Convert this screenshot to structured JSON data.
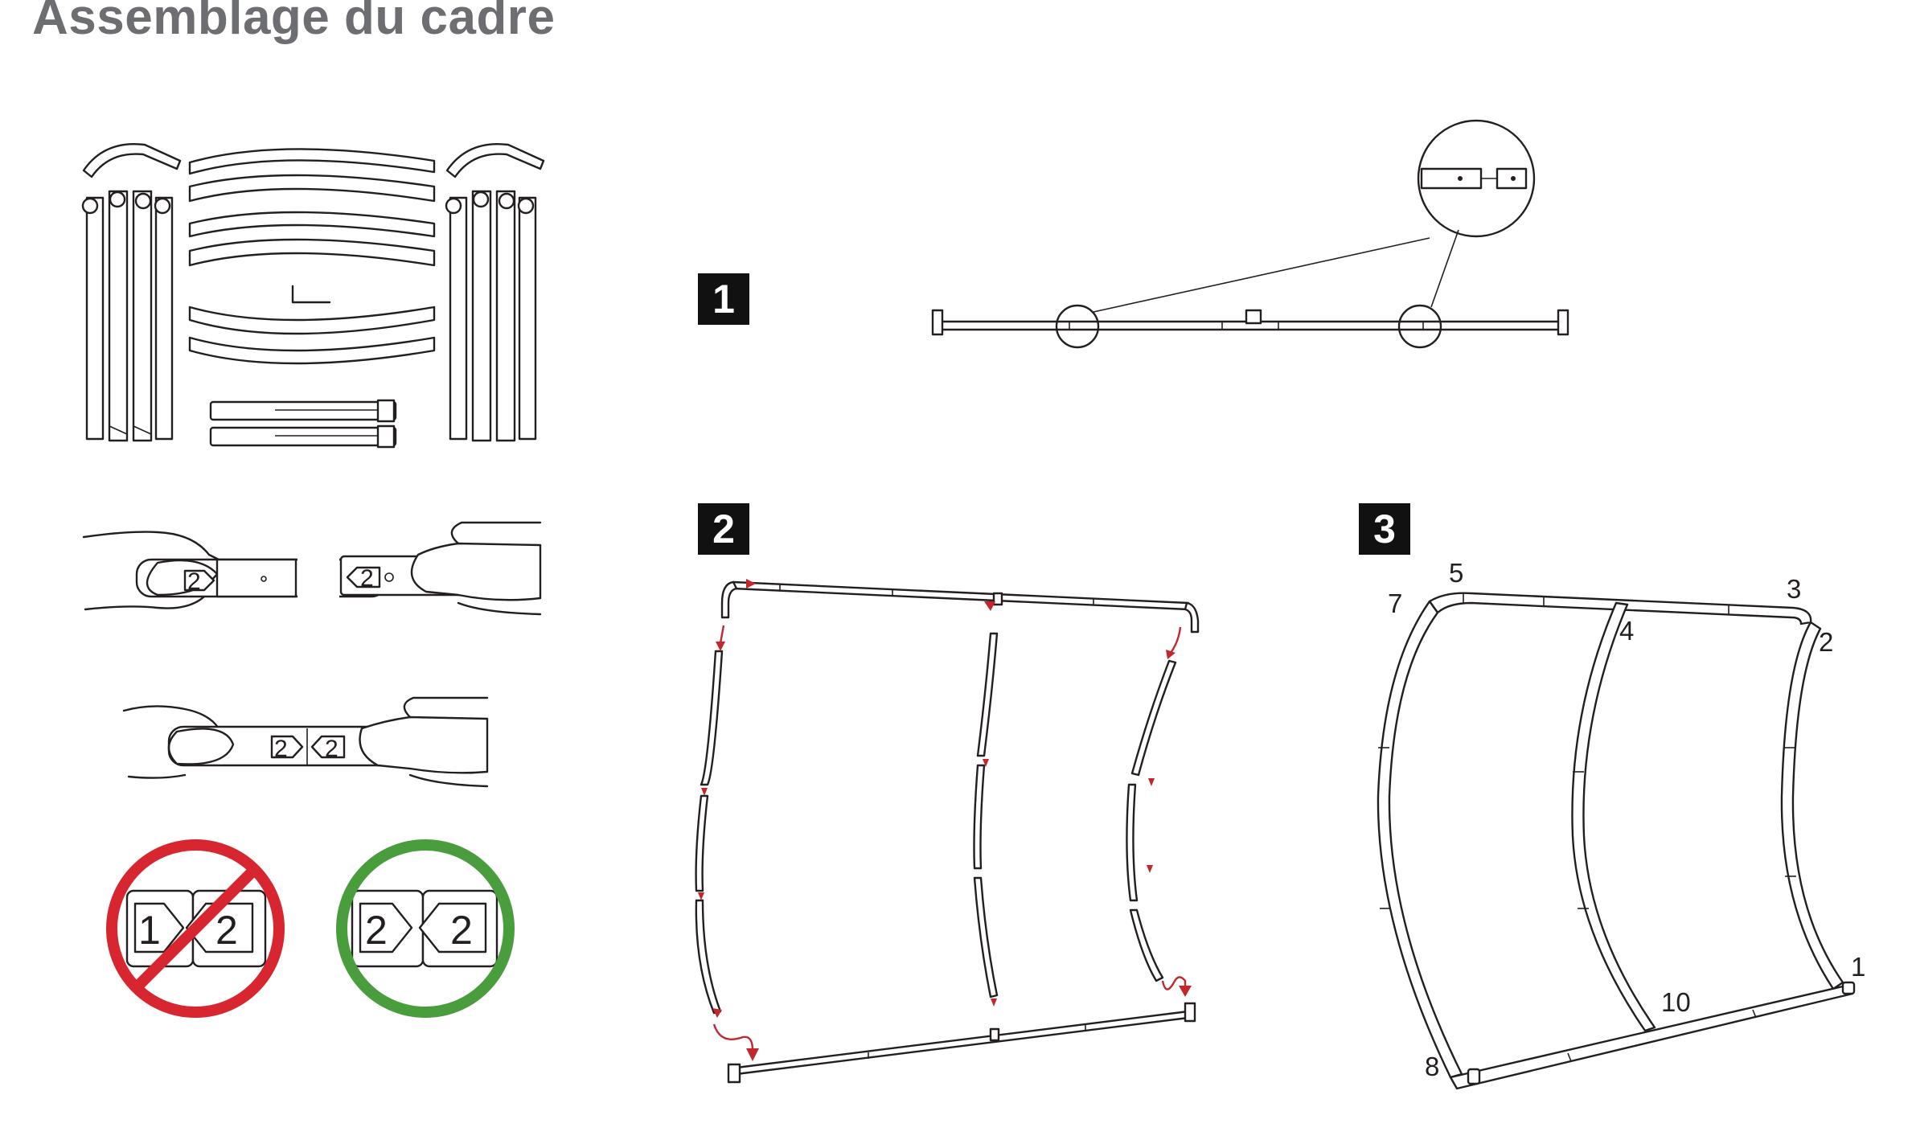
{
  "page": {
    "title": "Assemblage du cadre"
  },
  "steps": {
    "step1": "1",
    "step2": "2",
    "step3": "3"
  },
  "connector_labels": {
    "hand_left": "2",
    "hand_right": "2",
    "joined_left": "2",
    "joined_right": "2",
    "wrong_left": "1",
    "wrong_right": "2",
    "right_left": "2",
    "right_right": "2"
  },
  "frame_numbers": [
    "5",
    "7",
    "3",
    "4",
    "2",
    "1",
    "10",
    "8"
  ],
  "colors": {
    "title": "#6d6e71",
    "wrong_ring": "#d7262f",
    "correct_ring": "#4a9d3d",
    "arrow": "#c1272d",
    "badge": "#111111"
  },
  "icons": {
    "wrong": "prohibition-icon",
    "correct": "ok-circle-icon"
  }
}
